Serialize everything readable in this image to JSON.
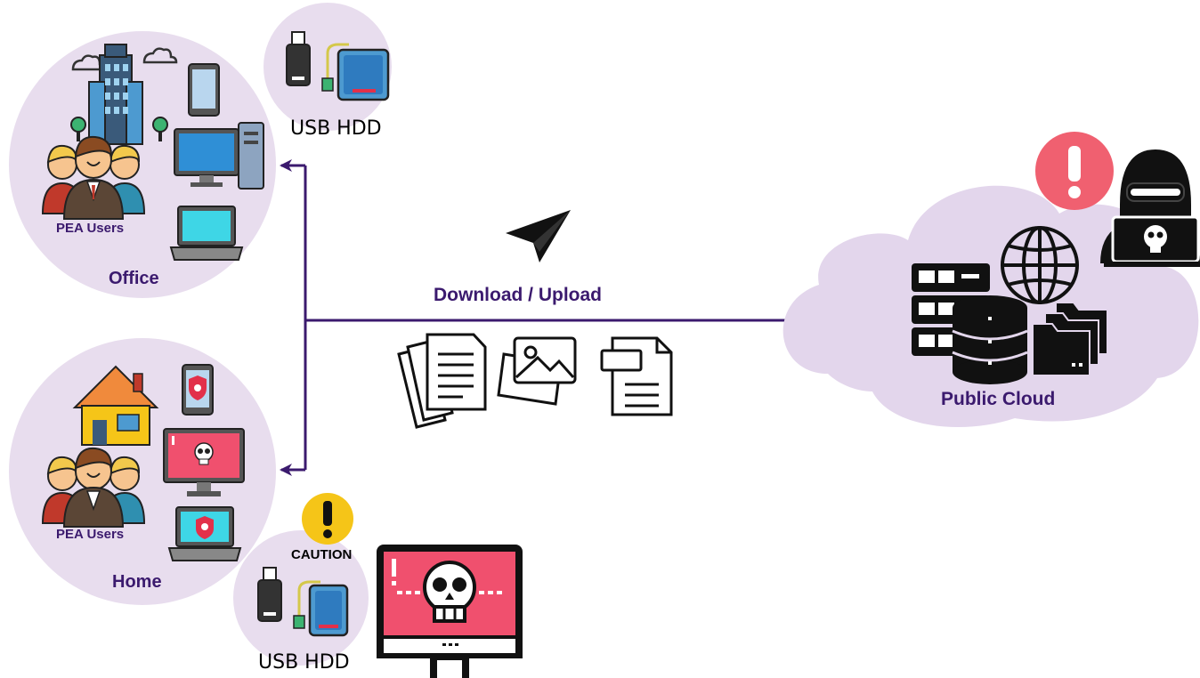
{
  "diagram": {
    "office": {
      "place_label": "Office",
      "users_label": "PEA Users"
    },
    "home": {
      "place_label": "Home",
      "users_label": "PEA Users"
    },
    "usb_top": {
      "label": "USB HDD"
    },
    "usb_bottom": {
      "label": "USB HDD",
      "caution_label": "CAUTION"
    },
    "transfer": {
      "label": "Download / Upload"
    },
    "cloud": {
      "label": "Public Cloud"
    },
    "colors": {
      "circle_fill": "#e8ddee",
      "cloud_fill": "#e3d6ec",
      "arrow": "#3b1a6e",
      "danger_red": "#f0506e",
      "caution_yellow": "#f5c518",
      "monitor_blue": "#2f8fd6",
      "screen_cyan": "#3ed6e6"
    },
    "icons": [
      "building-icon",
      "cloud-small-icon",
      "tablet-icon",
      "desktop-icon",
      "laptop-icon",
      "user-group-icon",
      "house-icon",
      "infected-desktop-icon",
      "usb-drive-icon",
      "external-hdd-icon",
      "paper-plane-icon",
      "documents-icon",
      "images-icon",
      "pdf-icon",
      "server-icon",
      "globe-icon",
      "database-icon",
      "folders-icon",
      "hacker-icon",
      "alert-icon",
      "caution-icon",
      "skull-monitor-icon"
    ]
  }
}
